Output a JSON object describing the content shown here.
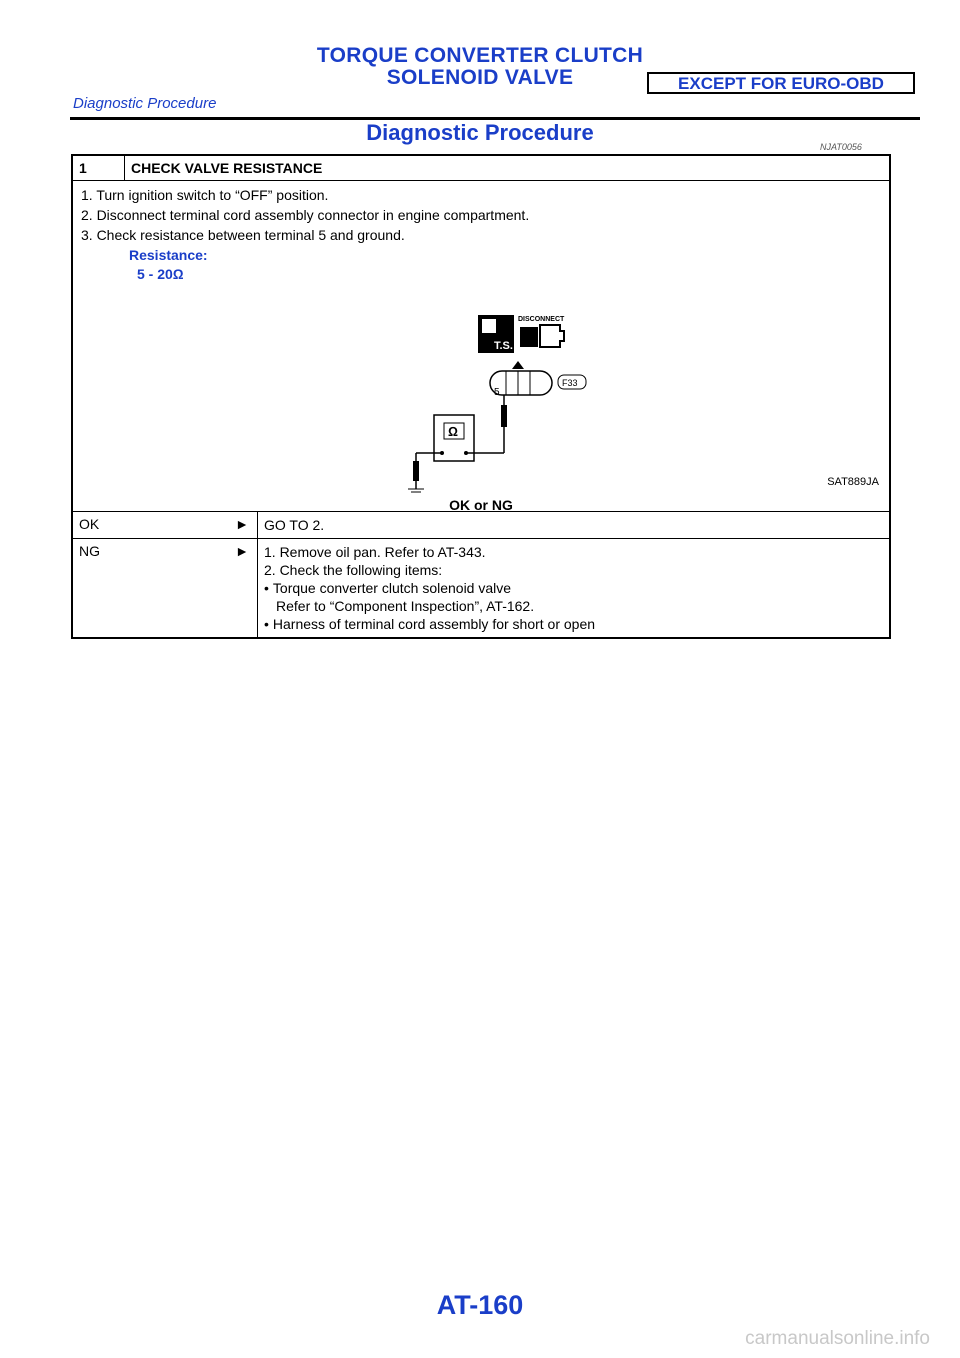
{
  "header": {
    "title_line1": "TORQUE CONVERTER CLUTCH",
    "title_line2": "SOLENOID VALVE",
    "badge": "EXCEPT FOR EURO-OBD",
    "subtitle": "Diagnostic Procedure"
  },
  "section": {
    "title": "Diagnostic Procedure",
    "ref_code": "NJAT0056"
  },
  "step": {
    "number": "1",
    "title": "CHECK VALVE RESISTANCE",
    "instructions": [
      "1. Turn ignition switch to “OFF” position.",
      "2. Disconnect terminal cord assembly connector in engine compartment.",
      "3. Check resistance between terminal 5 and ground."
    ],
    "spec_label": "Resistance:",
    "spec_value": "5 - 20Ω",
    "figure": {
      "code": "SAT889JA",
      "disconnect_label": "DISCONNECT",
      "ts_label": "T.S.",
      "connector_label": "F33",
      "terminal_label": "5",
      "meter_symbol": "Ω"
    },
    "question": "OK or NG"
  },
  "results": [
    {
      "label": "OK",
      "arrow": "►",
      "lines": [
        "GO TO 2."
      ]
    },
    {
      "label": "NG",
      "arrow": "►",
      "lines": [
        "1. Remove oil pan. Refer to AT-343.",
        "2. Check the following items:",
        "Torque converter clutch solenoid valve",
        "Refer to “Component Inspection”, AT-162.",
        "Harness of terminal cord assembly for short or open"
      ],
      "bullet": "•"
    }
  ],
  "footer": {
    "page": "AT-160",
    "watermark": "carmanualsonline.info"
  },
  "colors": {
    "accent": "#1a3ec8"
  }
}
